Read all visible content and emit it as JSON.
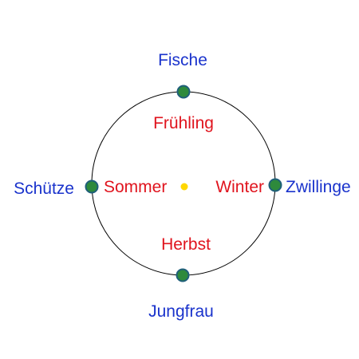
{
  "zodiac": {
    "top": "Fische",
    "right": "Zwillinge",
    "bottom": "Jungfrau",
    "left": "Schütze"
  },
  "seasons": {
    "top": "Frühling",
    "right": "Winter",
    "bottom": "Herbst",
    "left": "Sommer"
  },
  "colors": {
    "zodiac_text": "#1a33cc",
    "season_text": "#e0141e",
    "orbit": "#000000",
    "earth_fill": "#2e8a3c",
    "earth_stroke": "#1f5f7a",
    "sun": "#ffd700"
  }
}
